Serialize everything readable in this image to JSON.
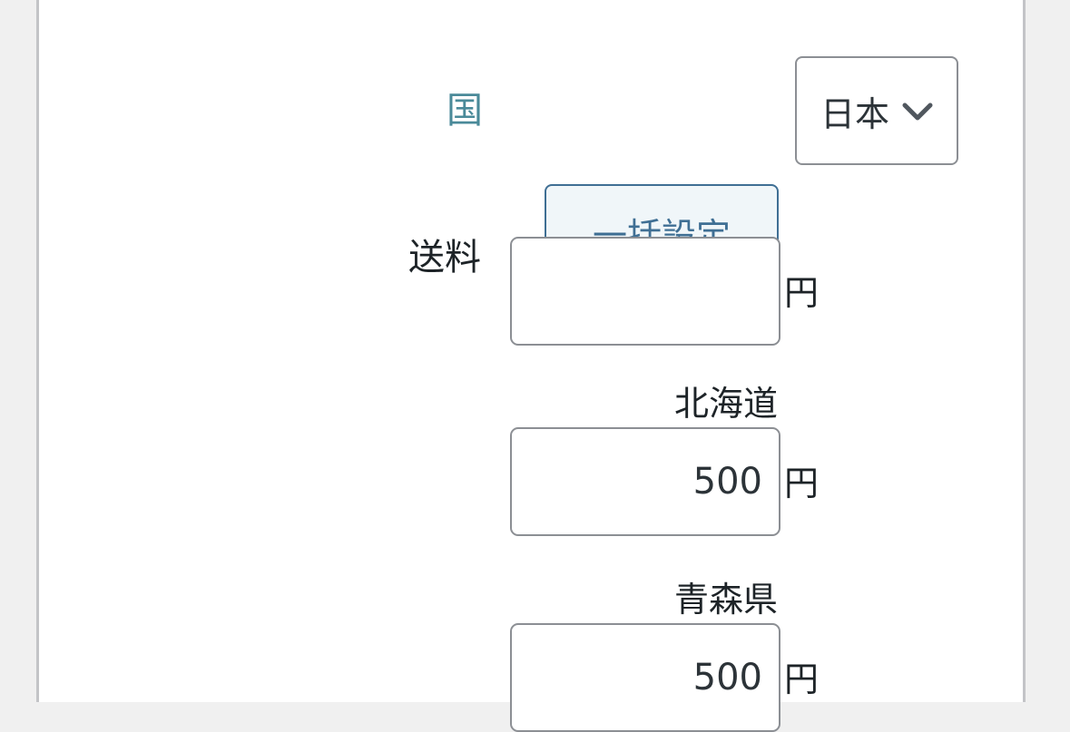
{
  "country": {
    "label": "国",
    "selected": "日本"
  },
  "shipping": {
    "label": "送料",
    "bulk_button_label": "一括設定",
    "bulk_value": "",
    "currency": "円",
    "prefectures": [
      {
        "name": "北海道",
        "value": "500"
      },
      {
        "name": "青森県",
        "value": "500"
      }
    ]
  },
  "colors": {
    "country_label": "#4a8a99",
    "button_border": "#3f6f94",
    "button_bg": "#f0f6f9"
  }
}
